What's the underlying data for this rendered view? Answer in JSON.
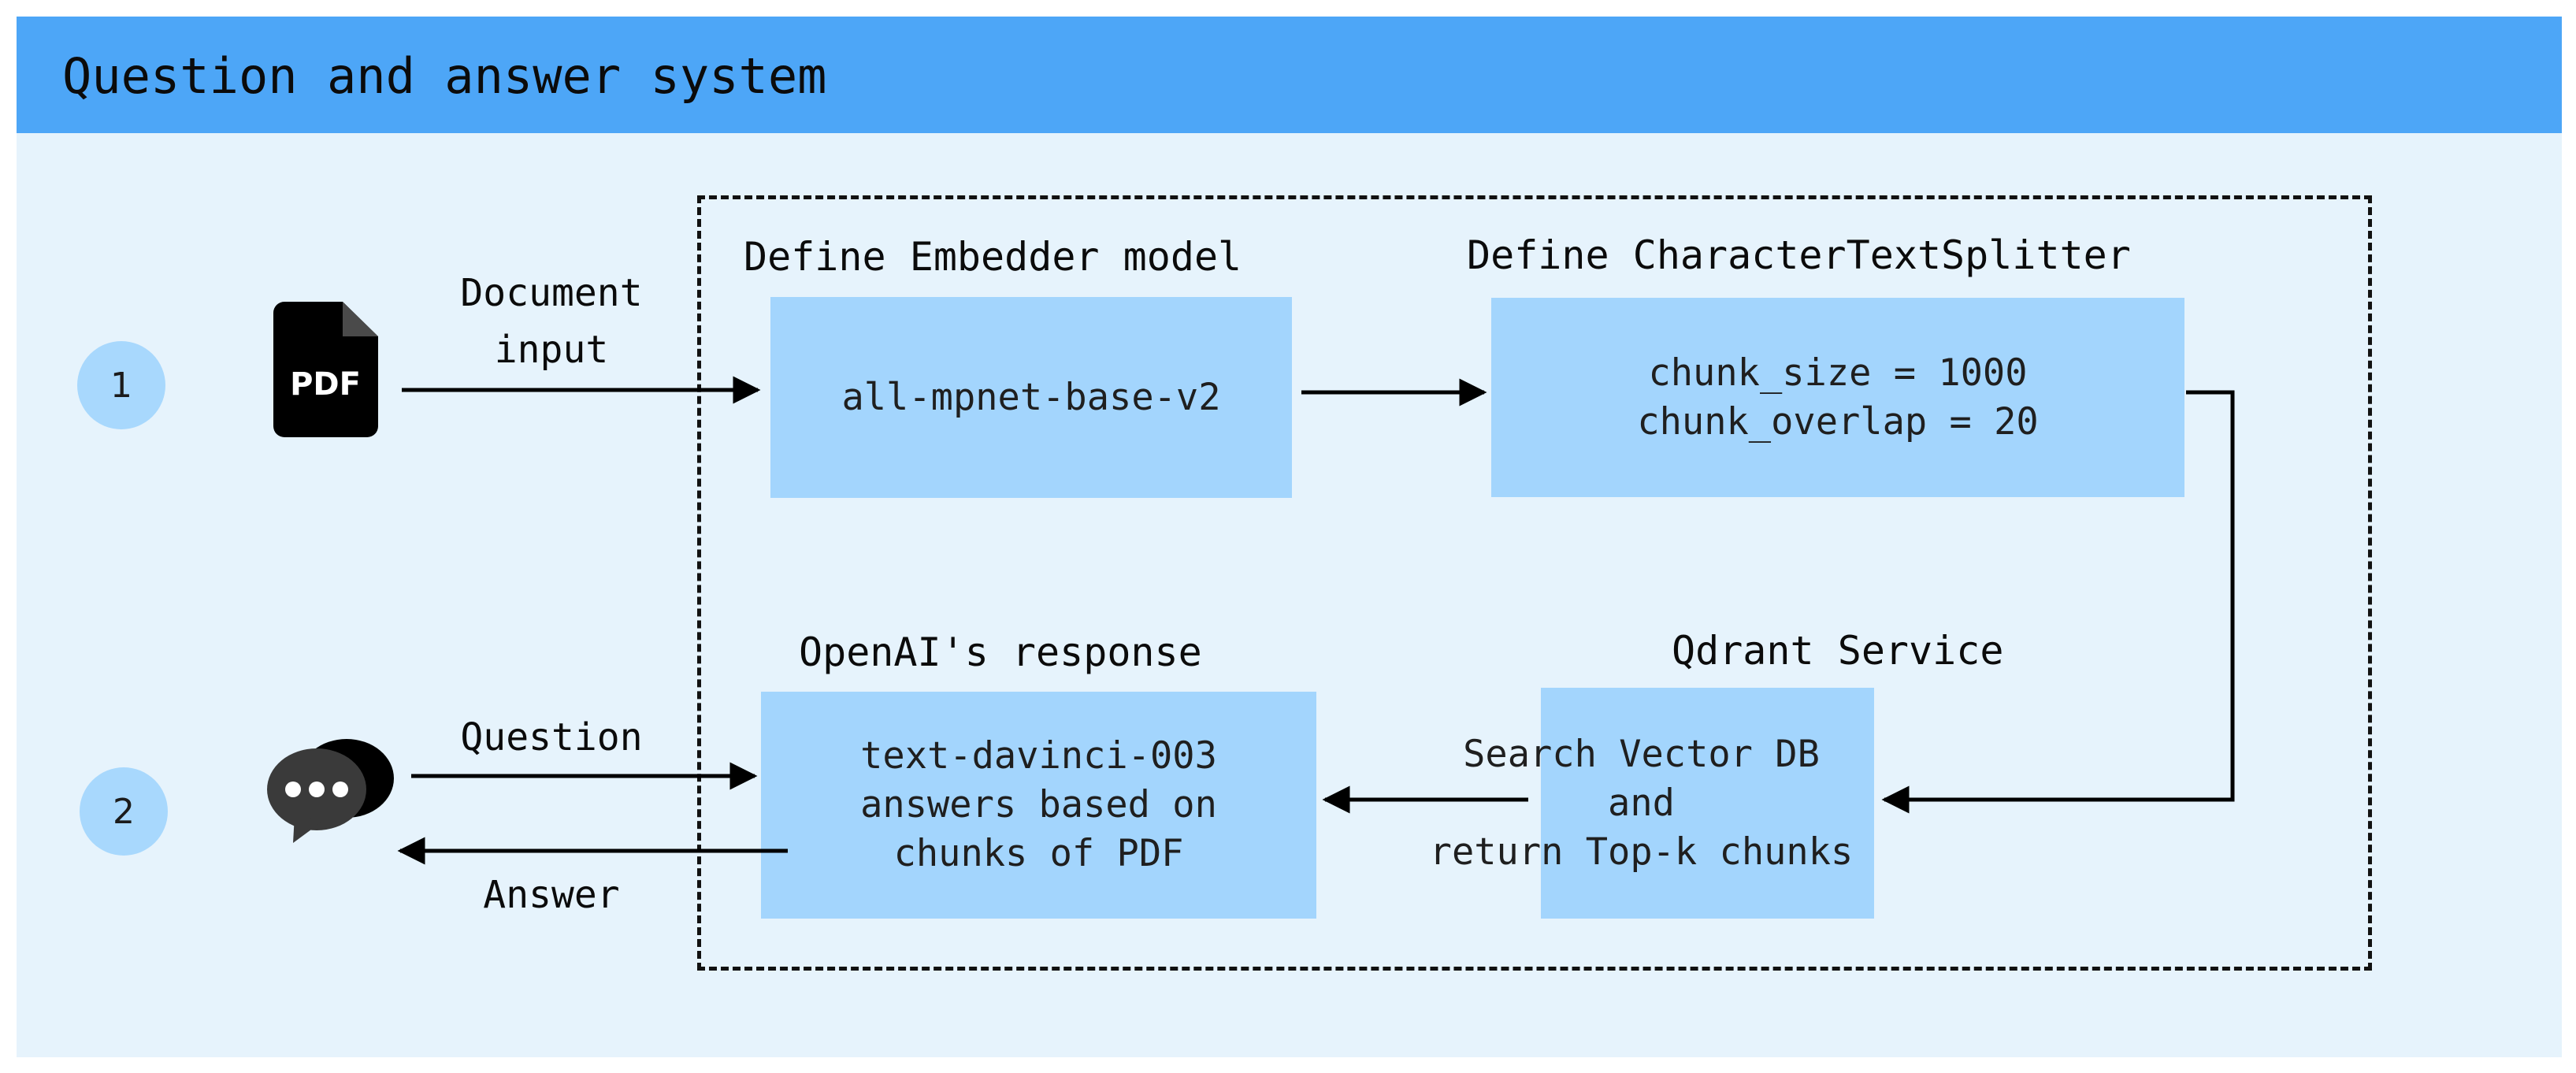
{
  "header": {
    "title": "Question and answer system",
    "bar_color": "#4da6f7"
  },
  "panel": {
    "background_color": "#e6f3fc",
    "node_color": "#a3d5fd",
    "badge_color": "#a8d8fd"
  },
  "steps": [
    {
      "number": "1",
      "name": "step-one"
    },
    {
      "number": "2",
      "name": "step-two"
    }
  ],
  "icons": {
    "pdf_label": "PDF",
    "chat_name": "chat-bubble-icon"
  },
  "captions": {
    "embedder": "Define Embedder model",
    "splitter": "Define CharacterTextSplitter",
    "openai": "OpenAI's response",
    "qdrant": "Qdrant Service"
  },
  "boxes": {
    "embedder": "all-mpnet-base-v2",
    "splitter": "chunk_size = 1000\nchunk_overlap = 20",
    "openai": "text-davinci-003\nanswers based on\nchunks of PDF",
    "qdrant": "Search Vector DB\nand\nreturn Top-k chunks"
  },
  "edge_labels": {
    "document_input": "Document\ninput",
    "question": "Question",
    "answer": "Answer"
  }
}
